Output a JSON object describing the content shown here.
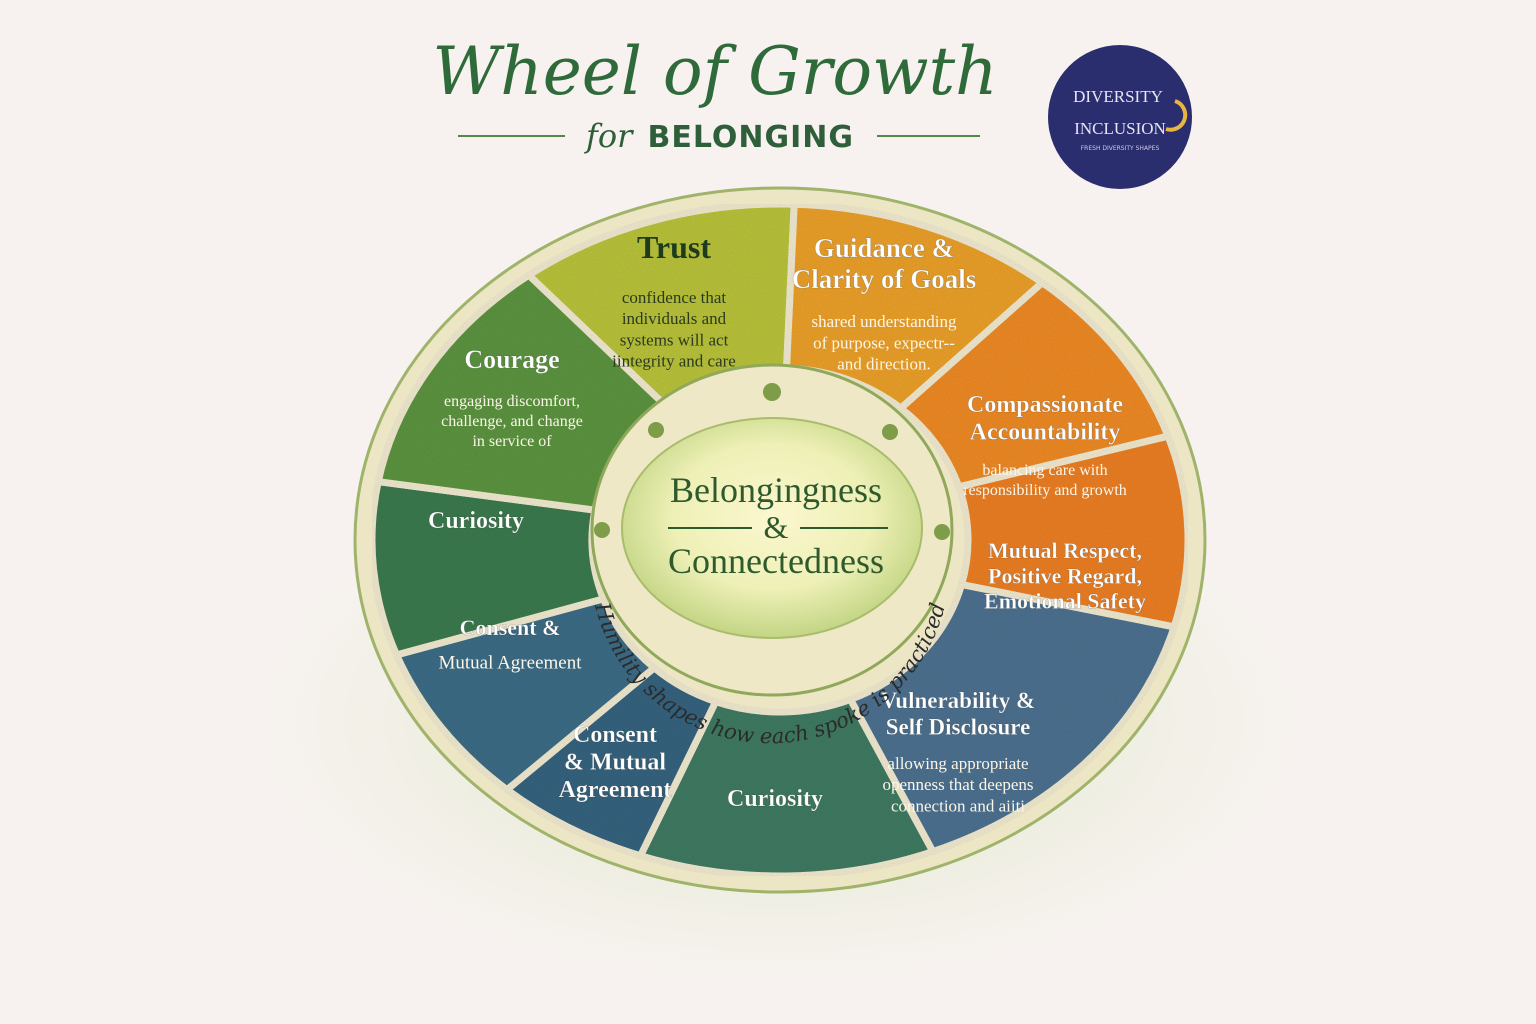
{
  "header": {
    "title": "Wheel of Growth",
    "subtitle_prefix": "for",
    "subtitle_main": "BELONGING"
  },
  "badge": {
    "line1": "DIVERSITY",
    "line2": "INCLUSION",
    "line3": "FRESH DIVERSITY SHAPES",
    "bg_color": "#2b2e6e",
    "accent_color": "#e8b640"
  },
  "wheel": {
    "center": {
      "line1": "Belongingness",
      "line2": "&",
      "line3": "Connectedness"
    },
    "ring_text": "Humility shapes how each spoke is practiced",
    "segments": [
      {
        "title": [
          "Trust"
        ],
        "desc": [
          "confidence that",
          "individuals and",
          "systems will act",
          "iintegrity and care"
        ],
        "color": "#b9c33a"
      },
      {
        "title": [
          "Guidance &",
          "Clarity of Goals"
        ],
        "desc": [
          "shared understanding",
          "of purpose, expectr--",
          "and direction."
        ],
        "color": "#eba02a"
      },
      {
        "title": [
          "Compassionate",
          "Accountability"
        ],
        "desc": [
          "balancing care with",
          "responsibility and growth"
        ],
        "color": "#ee8a24"
      },
      {
        "title": [
          "Mutual Respect,",
          "Positive Regard,",
          "Emotional Safety"
        ],
        "desc": [],
        "color": "#ec7f22"
      },
      {
        "title": [
          "Vulnerability &",
          "Self Disclosure"
        ],
        "desc": [
          "allowing appropriate",
          "openness that deepens",
          "connection and aiiti"
        ],
        "color": "#4c7190"
      },
      {
        "title": [
          "Curiosity"
        ],
        "desc": [],
        "color": "#3f7a62"
      },
      {
        "title": [
          "Consent",
          "& Mutual",
          "Agreement"
        ],
        "desc": [],
        "color": "#35637f"
      },
      {
        "title": [
          "Consent &"
        ],
        "desc": [
          "Mutual Agreement"
        ],
        "color": "#3c6c86"
      },
      {
        "title": [
          "Curiosity"
        ],
        "desc": [],
        "color": "#3b7a4e"
      },
      {
        "title": [
          "Courage"
        ],
        "desc": [
          "engaging discomfort,",
          "challenge, and change",
          "in service of"
        ],
        "color": "#5c9440"
      }
    ]
  }
}
